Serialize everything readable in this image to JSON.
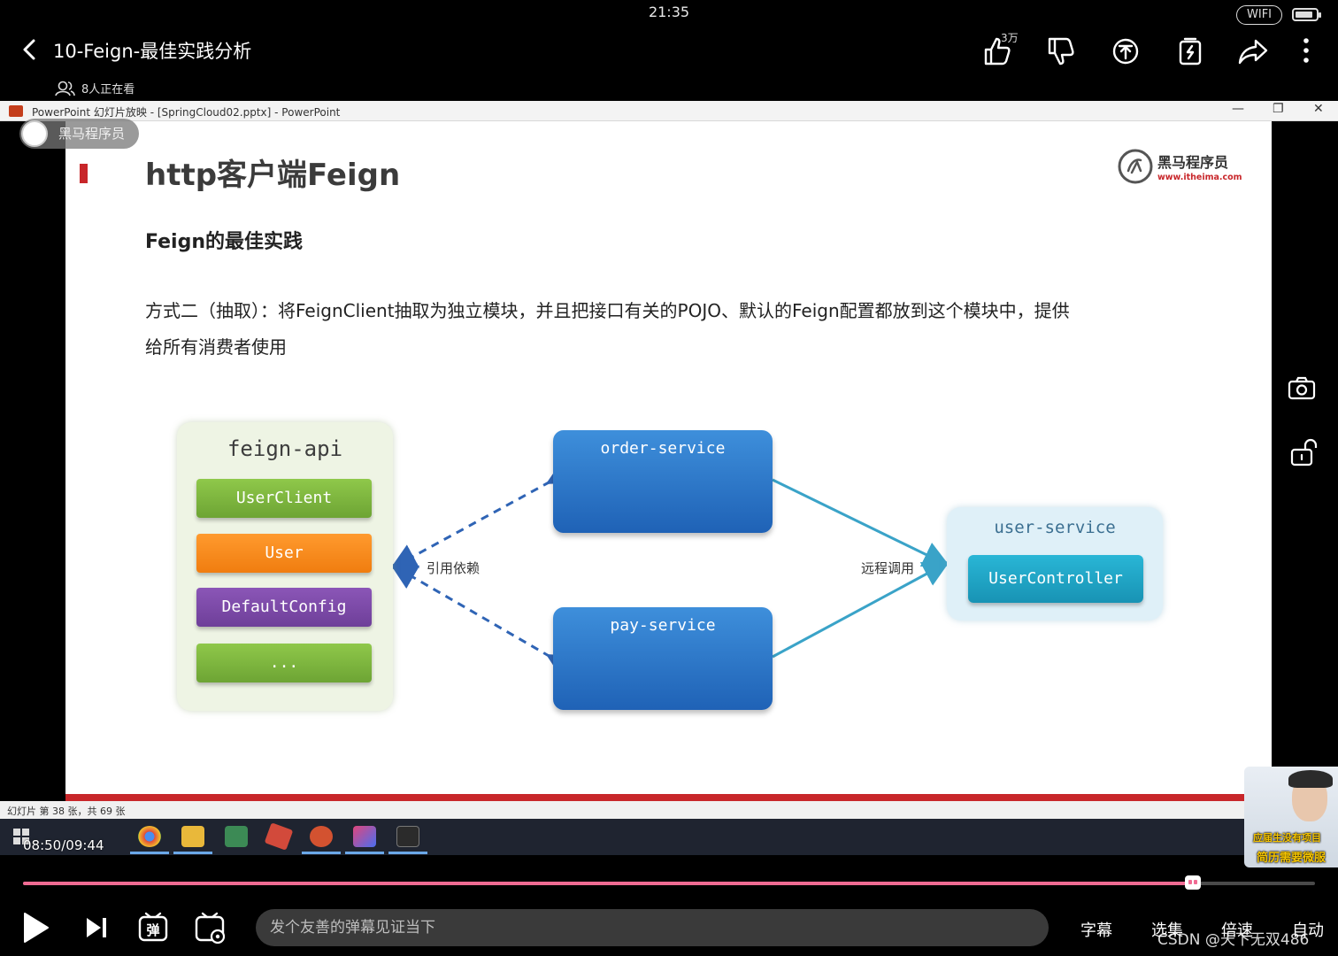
{
  "status_bar": {
    "time": "21:35",
    "network": "WIFI"
  },
  "header": {
    "title": "10-Feign-最佳实践分析",
    "viewers": "8人正在看",
    "like_count": "3万"
  },
  "ppt_window": {
    "title": "PowerPoint 幻灯片放映 - [SpringCloud02.pptx] - PowerPoint",
    "status": "幻灯片 第 38 张，共 69 张"
  },
  "channel_badge": "黑马程序员",
  "slide": {
    "title": "http客户端Feign",
    "brand_name": "黑马程序员",
    "brand_url": "www.itheima.com",
    "subtitle": "Feign的最佳实践",
    "body_line1": "方式二（抽取）：将FeignClient抽取为独立模块，并且把接口有关的POJO、默认的Feign配置都放到这个模块中，提供",
    "body_line2": "给所有消费者使用"
  },
  "diagram": {
    "feign_api": {
      "title": "feign-api",
      "items": [
        {
          "label": "UserClient",
          "color": "#7cb83f"
        },
        {
          "label": "User",
          "color": "#f7880f"
        },
        {
          "label": "DefaultConfig",
          "color": "#7c4aa8"
        },
        {
          "label": "...",
          "color": "#7cb83f"
        }
      ]
    },
    "order_service": "order-service",
    "pay_service": "pay-service",
    "user_service": {
      "title": "user-service",
      "controller": "UserController"
    },
    "dependency_label": "引用依赖",
    "remote_call_label": "远程调用"
  },
  "pip_overlay": {
    "line1": "应届生没有项目",
    "line2": "简历需要微服"
  },
  "player": {
    "timestamp": "08:50/09:44",
    "progress": 0.9055,
    "danmaku_placeholder": "发个友善的弹幕见证当下",
    "subtitle_label": "字幕",
    "episodes_label": "选集",
    "speed_label": "倍速",
    "auto_label": "自动",
    "accent": "#f06b93"
  },
  "watermark": "CSDN @天下无双486"
}
